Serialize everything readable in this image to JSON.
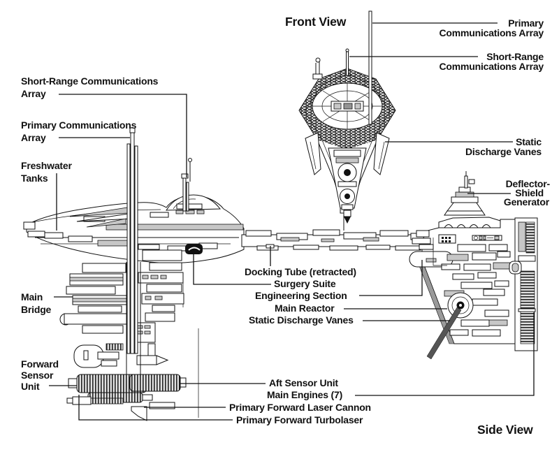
{
  "titles": {
    "front_view": "Front View",
    "side_view": "Side View"
  },
  "labels": {
    "primary_comms_right": {
      "lines": [
        "Primary",
        "Communications Array"
      ]
    },
    "short_range_right": {
      "lines": [
        "Short-Range",
        "Communications Array"
      ]
    },
    "static_vanes_right": {
      "lines": [
        "Static",
        "Discharge Vanes"
      ]
    },
    "deflector_shield": {
      "lines": [
        "Deflector-",
        "Shield",
        "Generator"
      ]
    },
    "short_range_left": {
      "lines": [
        "Short-Range Communications",
        "Array"
      ]
    },
    "primary_comms_left": {
      "lines": [
        "Primary Communications",
        "Array"
      ]
    },
    "freshwater_tanks": {
      "lines": [
        "Freshwater",
        "Tanks"
      ]
    },
    "main_bridge": {
      "lines": [
        "Main",
        "Bridge"
      ]
    },
    "forward_sensor_unit": {
      "lines": [
        "Forward",
        "Sensor",
        "Unit"
      ]
    },
    "docking_tube": {
      "lines": [
        "Docking Tube (retracted)"
      ]
    },
    "surgery_suite": {
      "lines": [
        "Surgery Suite"
      ]
    },
    "engineering_section": {
      "lines": [
        "Engineering Section"
      ]
    },
    "main_reactor": {
      "lines": [
        "Main Reactor"
      ]
    },
    "static_vanes_side": {
      "lines": [
        "Static Discharge Vanes"
      ]
    },
    "aft_sensor_unit": {
      "lines": [
        "Aft Sensor Unit"
      ]
    },
    "main_engines": {
      "lines": [
        "Main Engines (7)"
      ]
    },
    "laser_cannon": {
      "lines": [
        "Primary Forward Laser Cannon"
      ]
    },
    "turbolaser": {
      "lines": [
        "Primary Forward Turbolaser"
      ]
    }
  },
  "colors": {
    "ink": "#111111",
    "background": "#ffffff",
    "shade": "#c7c7c7",
    "shade_dark": "#949494"
  }
}
